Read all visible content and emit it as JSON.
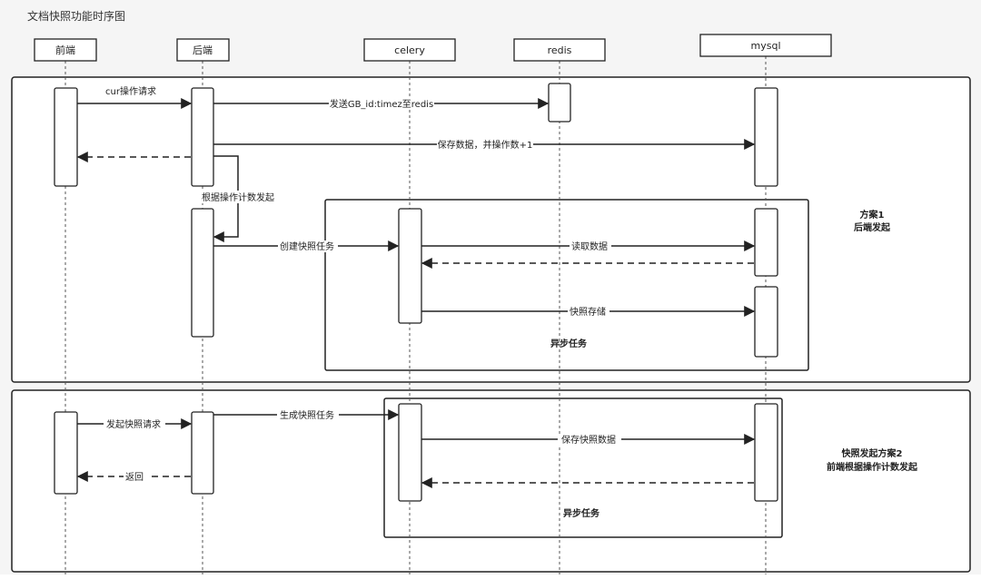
{
  "title": "文档快照功能时序图",
  "participants": [
    "前端",
    "后端",
    "celery",
    "redis",
    "mysql"
  ],
  "messages": {
    "cur_request": "cur操作请求",
    "send_redis": "发送GB_id:timez至redis",
    "save_data": "保存数据，并操作数+1",
    "trigger_by_count": "根据操作计数发起",
    "create_task": "创建快照任务",
    "read_data": "读取数据",
    "store_snapshot": "快照存储",
    "initiate_request": "发起快照请求",
    "return": "返回",
    "gen_task": "生成快照任务",
    "save_snapshot_data": "保存快照数据"
  },
  "groups": {
    "async1": "异步任务",
    "async2": "异步任务"
  },
  "plans": {
    "plan1_line1": "方案1",
    "plan1_line2": "后端发起",
    "plan2_line1": "快照发起方案2",
    "plan2_line2": "前端根据操作计数发起"
  }
}
